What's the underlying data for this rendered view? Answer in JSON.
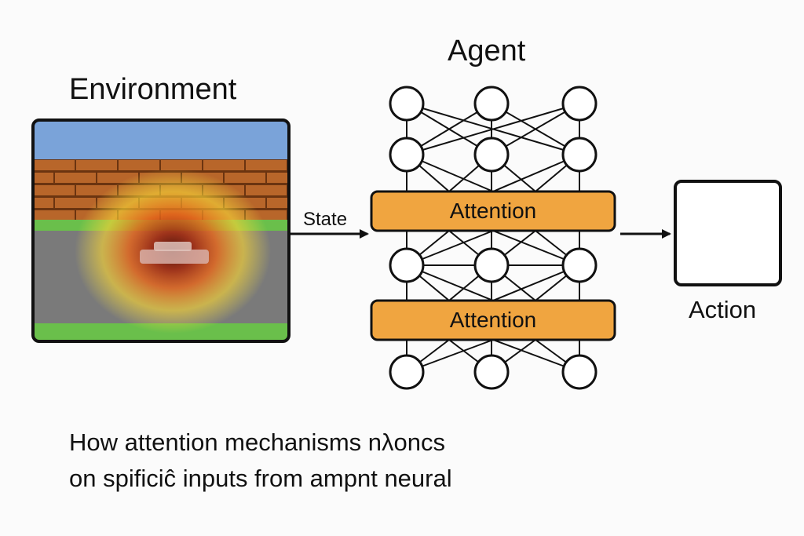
{
  "title": "Agent",
  "environment": {
    "label": "Environment",
    "colors": {
      "sky": "#7aa3d9",
      "brick": "#b5651d",
      "mortar": "#6b3410",
      "grass": "#6abf4b",
      "road": "#7a7a7a",
      "heat_core": "#5a1a0a",
      "heat_mid": "#e05a12",
      "heat_outer": "#f5d730"
    }
  },
  "edges": {
    "state_label": "State",
    "action_label": "Action"
  },
  "agent": {
    "attention_label_1": "Attention",
    "attention_label_2": "Attention",
    "attention_color": "#f0a540",
    "node_color": "#ffffff",
    "layers": [
      "input",
      "hidden",
      "attention",
      "hidden",
      "attention",
      "output"
    ]
  },
  "caption": {
    "line1": "How attention mechanisms nλoncs",
    "line2": "on spificiĉ inputs from ampnt neural"
  }
}
